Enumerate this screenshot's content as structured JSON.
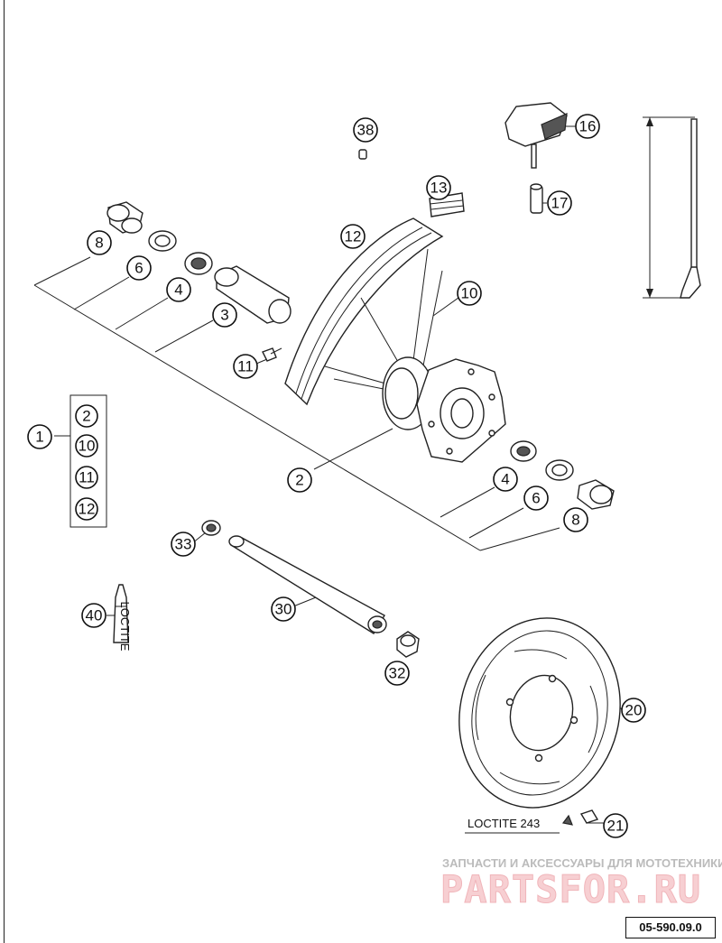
{
  "diagram": {
    "code": "05-590.09.0",
    "note_loctite": "LOCTITE 243",
    "callouts": [
      {
        "id": "c38",
        "label": "38"
      },
      {
        "id": "c16",
        "label": "16"
      },
      {
        "id": "c13",
        "label": "13"
      },
      {
        "id": "c17",
        "label": "17"
      },
      {
        "id": "c12a",
        "label": "12"
      },
      {
        "id": "c8a",
        "label": "8"
      },
      {
        "id": "c6a",
        "label": "6"
      },
      {
        "id": "c4a",
        "label": "4"
      },
      {
        "id": "c3",
        "label": "3"
      },
      {
        "id": "c10a",
        "label": "10"
      },
      {
        "id": "c11a",
        "label": "11"
      },
      {
        "id": "c1",
        "label": "1"
      },
      {
        "id": "c2a",
        "label": "2"
      },
      {
        "id": "c10b",
        "label": "10"
      },
      {
        "id": "c11b",
        "label": "11"
      },
      {
        "id": "c12b",
        "label": "12"
      },
      {
        "id": "c2b",
        "label": "2"
      },
      {
        "id": "c4b",
        "label": "4"
      },
      {
        "id": "c6b",
        "label": "6"
      },
      {
        "id": "c8b",
        "label": "8"
      },
      {
        "id": "c33",
        "label": "33"
      },
      {
        "id": "c30",
        "label": "30"
      },
      {
        "id": "c40",
        "label": "40"
      },
      {
        "id": "c32",
        "label": "32"
      },
      {
        "id": "c20",
        "label": "20"
      },
      {
        "id": "c21",
        "label": "21"
      }
    ],
    "loctite_bottle_text": "LOCTITE"
  },
  "watermark": {
    "subtitle": "ЗАПЧАСТИ И АКСЕССУАРЫ ДЛЯ МОТОТЕХНИКИ",
    "brand": "PARTSFOR.RU"
  }
}
